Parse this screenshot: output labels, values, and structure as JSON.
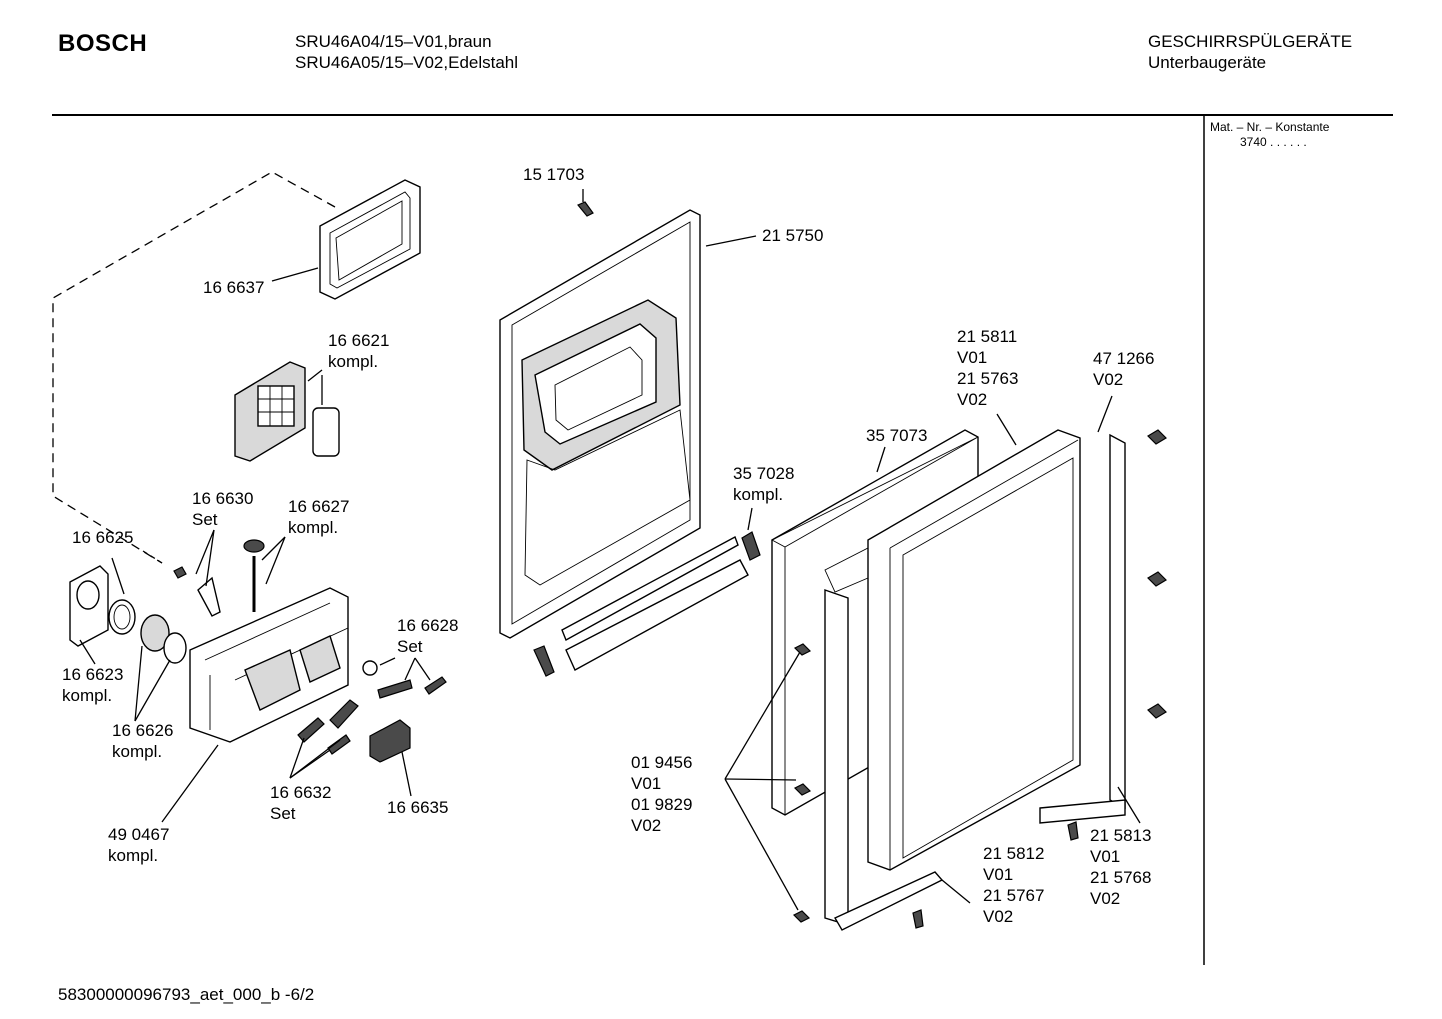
{
  "header": {
    "brand": "BOSCH",
    "model_line_1": "SRU46A04/15–V01,braun",
    "model_line_2": "SRU46A05/15–V02,Edelstahl",
    "category_line_1": "GESCHIRRSPÜLGERÄTE",
    "category_line_2": "Unterbaugeräte"
  },
  "sidebar": {
    "mat_label": "Mat. – Nr. – Konstante",
    "mat_value": "3740 . . . . . ."
  },
  "footer": {
    "doc_id": "58300000096793_aet_000_b  -6/2"
  },
  "parts": [
    {
      "id": "p151703",
      "lines": [
        "15 1703"
      ]
    },
    {
      "id": "p215750",
      "lines": [
        "21 5750"
      ]
    },
    {
      "id": "p166637",
      "lines": [
        "16 6637"
      ]
    },
    {
      "id": "p166621",
      "lines": [
        "16 6621",
        "kompl."
      ]
    },
    {
      "id": "p215811",
      "lines": [
        "21 5811",
        "V01",
        "21 5763",
        "V02"
      ]
    },
    {
      "id": "p471266",
      "lines": [
        "47 1266",
        "V02"
      ]
    },
    {
      "id": "p357073",
      "lines": [
        "35 7073"
      ]
    },
    {
      "id": "p357028",
      "lines": [
        "35 7028",
        "kompl."
      ]
    },
    {
      "id": "p166630",
      "lines": [
        "16 6630",
        "Set"
      ]
    },
    {
      "id": "p166627",
      "lines": [
        "16 6627",
        "kompl."
      ]
    },
    {
      "id": "p166625",
      "lines": [
        "16 6625"
      ]
    },
    {
      "id": "p166628",
      "lines": [
        "16 6628",
        "Set"
      ]
    },
    {
      "id": "p166623",
      "lines": [
        "16 6623",
        "kompl."
      ]
    },
    {
      "id": "p166626",
      "lines": [
        "16 6626",
        "kompl."
      ]
    },
    {
      "id": "p019456",
      "lines": [
        "01 9456",
        "V01",
        "01 9829",
        "V02"
      ]
    },
    {
      "id": "p166632",
      "lines": [
        "16 6632",
        "Set"
      ]
    },
    {
      "id": "p166635",
      "lines": [
        "16 6635"
      ]
    },
    {
      "id": "p490467",
      "lines": [
        "49 0467",
        "kompl."
      ]
    },
    {
      "id": "p215812",
      "lines": [
        "21 5812",
        "V01",
        "21 5767",
        "V02"
      ]
    },
    {
      "id": "p215813",
      "lines": [
        "21 5813",
        "V01",
        "21 5768",
        "V02"
      ]
    }
  ]
}
